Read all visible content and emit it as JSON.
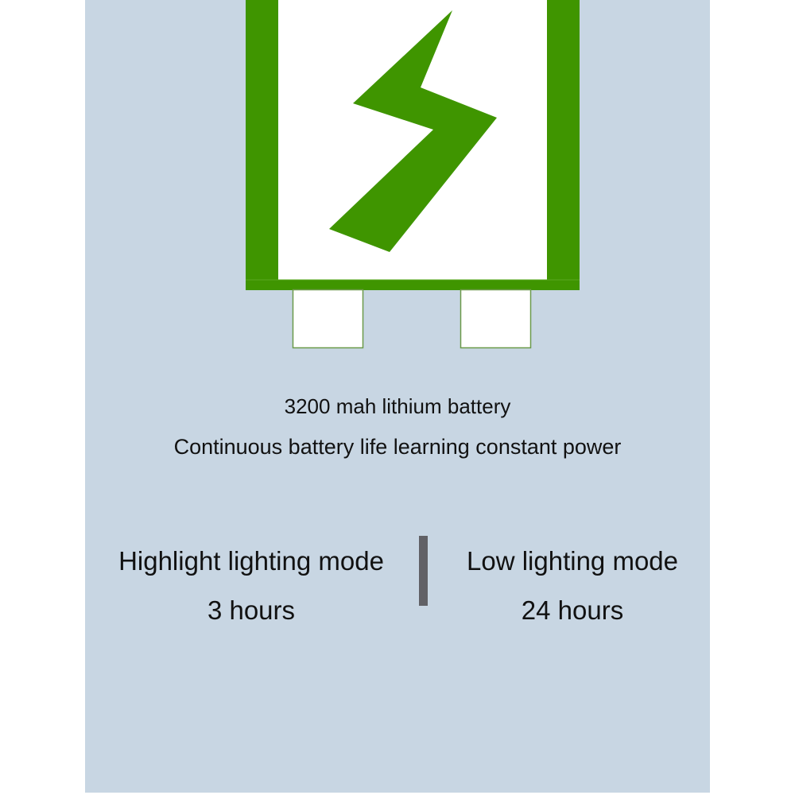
{
  "colors": {
    "panel_background": "#c8d6e3",
    "battery_green": "#3f9500",
    "battery_inner": "#ffffff",
    "terminal_border": "#6b9a4a",
    "text": "#111111",
    "divider": "#616166"
  },
  "battery_graphic": {
    "icon": "battery-charging-bolt-icon",
    "terminals": 2
  },
  "captions": {
    "line1": "3200 mah lithium battery",
    "line2": "Continuous battery life learning constant power"
  },
  "modes": [
    {
      "label": "Highlight lighting mode",
      "duration": "3 hours"
    },
    {
      "label": "Low lighting mode",
      "duration": "24 hours"
    }
  ]
}
